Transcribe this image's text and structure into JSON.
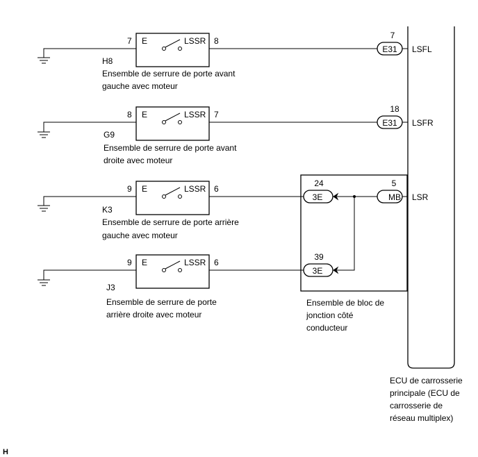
{
  "switches": [
    {
      "pin_in": "7",
      "terminal_e": "E",
      "terminal_lssr": "LSSR",
      "pin_out": "8",
      "code": "H8",
      "name_line1": "Ensemble de serrure de porte avant",
      "name_line2": "gauche avec moteur"
    },
    {
      "pin_in": "8",
      "terminal_e": "E",
      "terminal_lssr": "LSSR",
      "pin_out": "7",
      "code": "G9",
      "name_line1": "Ensemble de serrure de porte avant",
      "name_line2": "droite avec moteur"
    },
    {
      "pin_in": "9",
      "terminal_e": "E",
      "terminal_lssr": "LSSR",
      "pin_out": "6",
      "code": "K3",
      "name_line1": "Ensemble de serrure de porte arrière",
      "name_line2": "gauche avec moteur"
    },
    {
      "pin_in": "9",
      "terminal_e": "E",
      "terminal_lssr": "LSSR",
      "pin_out": "6",
      "code": "J3",
      "name_line1": "Ensemble de serrure de porte",
      "name_line2": "arrière droite avec moteur"
    }
  ],
  "connectors": {
    "lsfl": {
      "pin": "7",
      "connector": "E31",
      "signal": "LSFL"
    },
    "lsfr": {
      "pin": "18",
      "connector": "E31",
      "signal": "LSFR"
    },
    "lsr": {
      "pin": "5",
      "connector": "MB",
      "signal": "LSR"
    },
    "jb_upper": {
      "pin": "24",
      "connector": "3E"
    },
    "jb_lower": {
      "pin": "39",
      "connector": "3E"
    }
  },
  "junction_block": {
    "line1": "Ensemble de bloc de",
    "line2": "jonction côté",
    "line3": "conducteur"
  },
  "ecu": {
    "line1": "ECU de carrosserie",
    "line2": "principale (ECU de",
    "line3": "carrosserie de",
    "line4": "réseau multiplex)"
  },
  "corner_mark": "H"
}
